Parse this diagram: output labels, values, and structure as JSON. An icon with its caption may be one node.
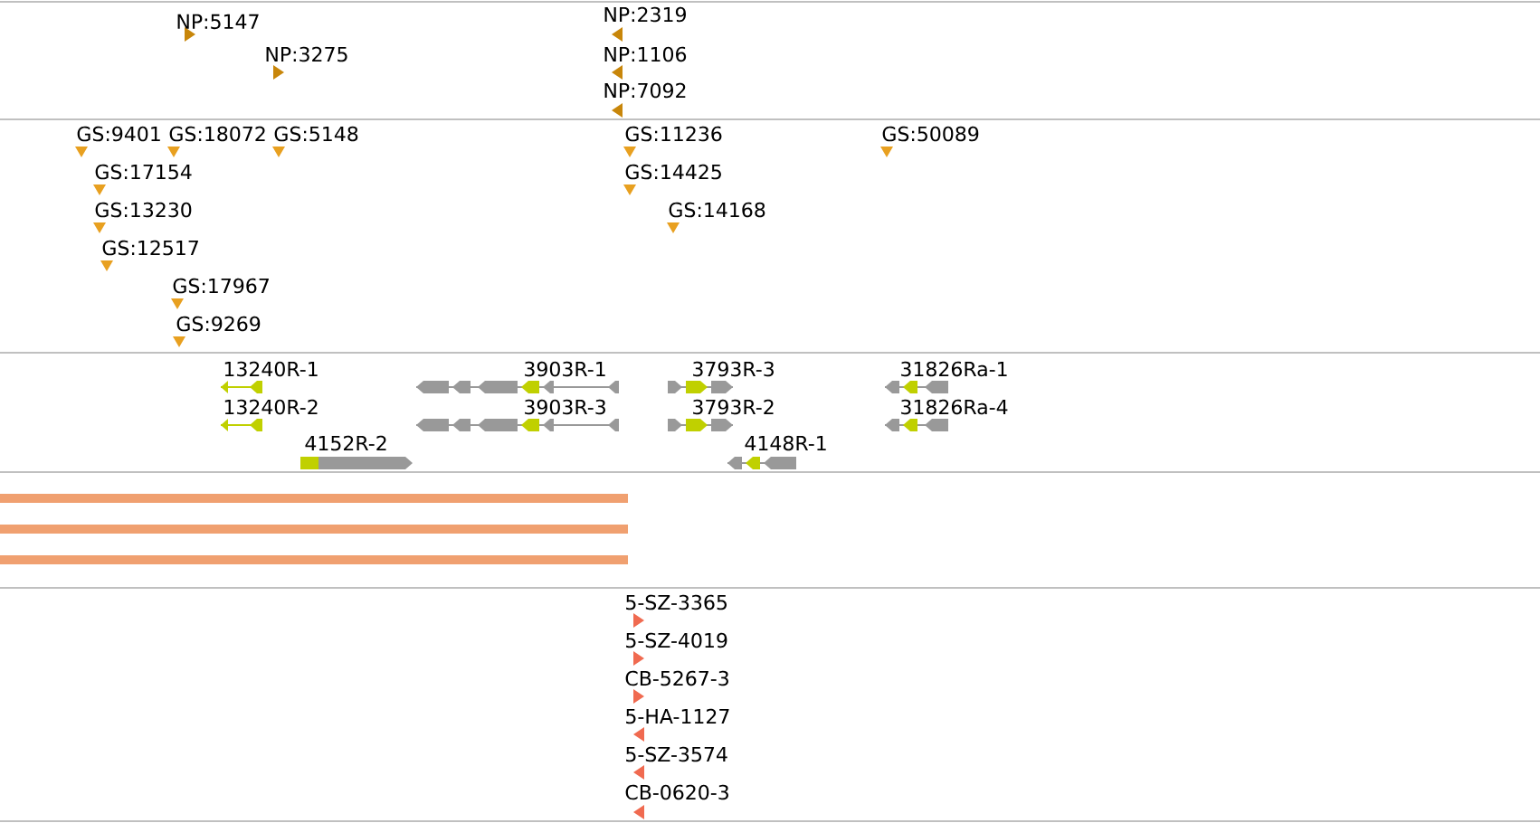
{
  "diagram": {
    "labels": [
      "NP:5147",
      "NP:2319",
      "NP:3275",
      "NP:1106",
      "NP:7092",
      "GS:9401",
      "GS:18072",
      "GS:5148",
      "GS:11236",
      "GS:50089",
      "GS:17154",
      "GS:14425",
      "GS:13230",
      "GS:14168",
      "GS:12517",
      "GS:17967",
      "GS:9269",
      "13240R-1",
      "3903R-1",
      "3793R-3",
      "31826Ra-1",
      "13240R-2",
      "3903R-3",
      "3793R-2",
      "31826Ra-4",
      "4152R-2",
      "4148R-1",
      "5-SZ-3365",
      "5-SZ-4019",
      "CB-5267-3",
      "5-HA-1127",
      "5-SZ-3574",
      "CB-0620-3"
    ]
  }
}
